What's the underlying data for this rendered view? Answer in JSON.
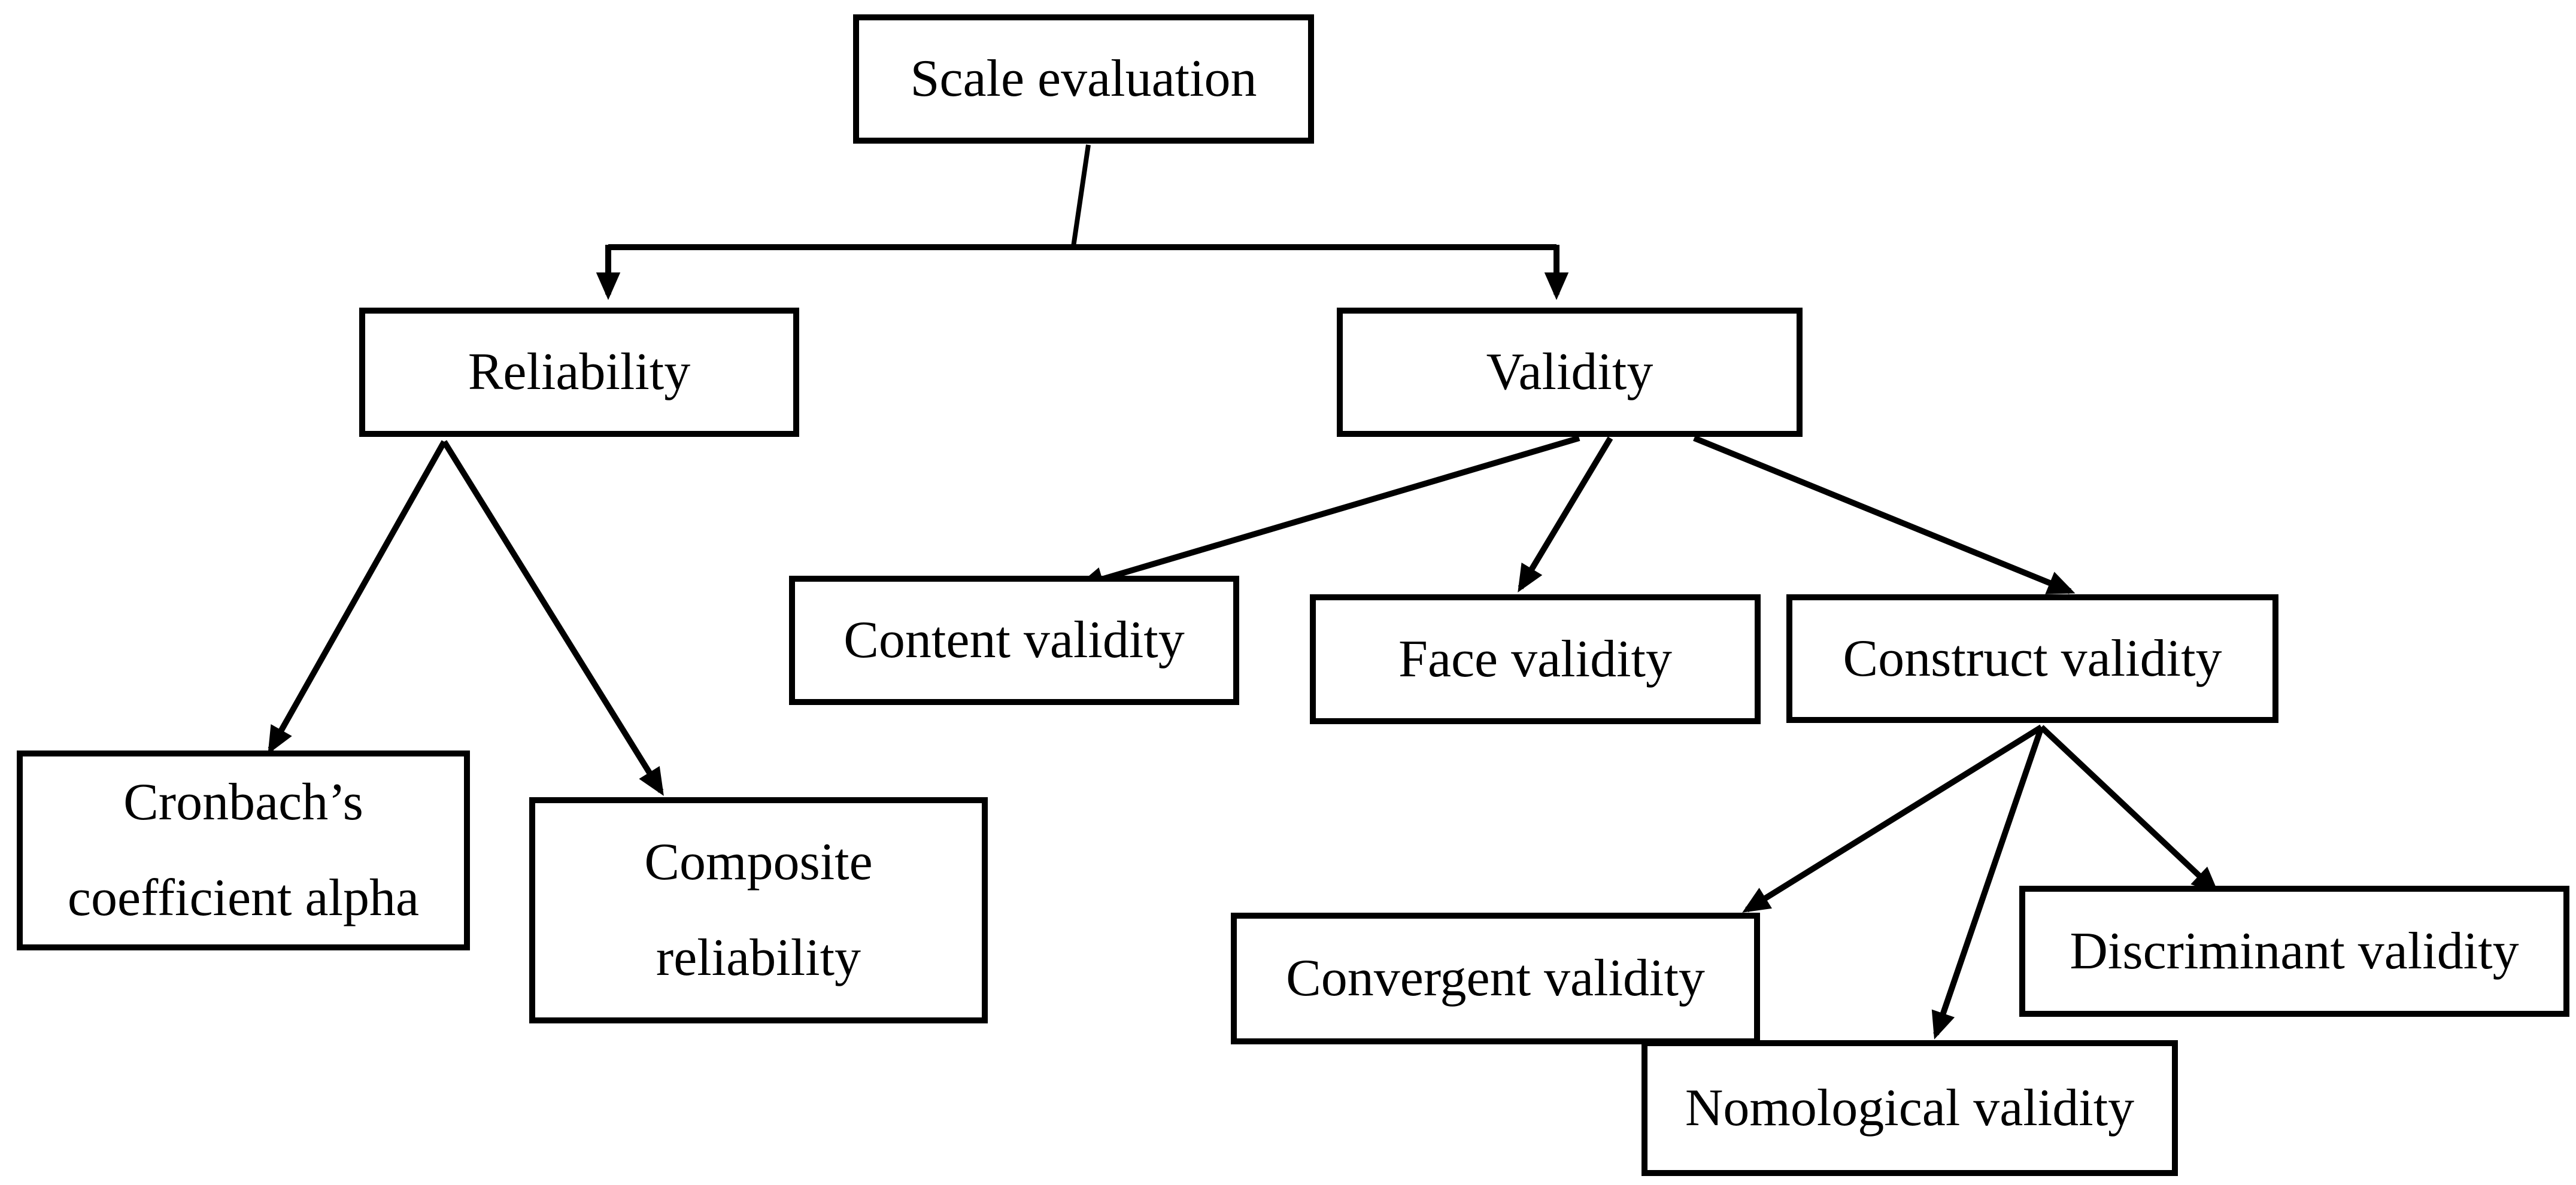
{
  "figure": {
    "type": "flowchart",
    "background_color": "#ffffff",
    "line_color": "#000000",
    "box_border_color": "#000000",
    "text_color": "#000000"
  },
  "nodes": [
    {
      "id": "scale-evaluation",
      "label": "Scale evaluation"
    },
    {
      "id": "reliability",
      "label": "Reliability"
    },
    {
      "id": "validity",
      "label": "Validity"
    },
    {
      "id": "content-validity",
      "label": "Content validity"
    },
    {
      "id": "face-validity",
      "label": "Face validity"
    },
    {
      "id": "construct-validity",
      "label": "Construct validity"
    },
    {
      "id": "cronbachs-coefficient-alpha",
      "label": "Cronbach’s\ncoefficient alpha"
    },
    {
      "id": "composite-reliability",
      "label": "Composite\nreliability"
    },
    {
      "id": "convergent-validity",
      "label": "Convergent validity"
    },
    {
      "id": "nomological-validity",
      "label": "Nomological validity"
    },
    {
      "id": "discriminant-validity",
      "label": "Discriminant validity"
    }
  ],
  "edges": [
    {
      "from": "scale-evaluation",
      "to": "reliability"
    },
    {
      "from": "scale-evaluation",
      "to": "validity"
    },
    {
      "from": "reliability",
      "to": "cronbachs-coefficient-alpha"
    },
    {
      "from": "reliability",
      "to": "composite-reliability"
    },
    {
      "from": "validity",
      "to": "content-validity"
    },
    {
      "from": "validity",
      "to": "face-validity"
    },
    {
      "from": "validity",
      "to": "construct-validity"
    },
    {
      "from": "construct-validity",
      "to": "convergent-validity"
    },
    {
      "from": "construct-validity",
      "to": "nomological-validity"
    },
    {
      "from": "construct-validity",
      "to": "discriminant-validity"
    }
  ]
}
